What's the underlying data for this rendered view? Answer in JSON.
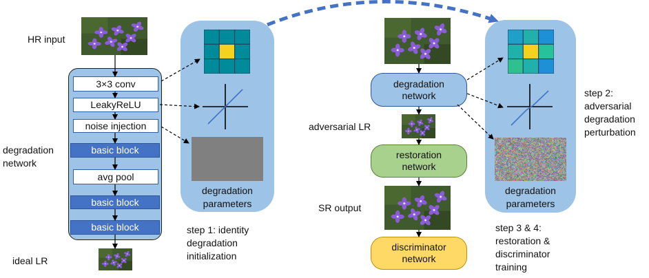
{
  "left": {
    "hr_input_label": "HR input",
    "network_label": "degradation\nnetwork",
    "layers": [
      "3×3 conv",
      "LeakyReLU",
      "noise injection",
      "basic block",
      "avg pool",
      "basic block",
      "basic block"
    ],
    "ideal_lr_label": "ideal LR"
  },
  "panels": {
    "params_label": "degradation\nparameters"
  },
  "steps": {
    "step1": "step 1: identity\ndegradation\ninitialization",
    "step2": "step 2:\nadversarial\ndegradation\nperturbation",
    "step34": "step 3 & 4:\nrestoration &\ndiscriminator\ntraining"
  },
  "right": {
    "degradation_network": "degradation\nnetwork",
    "adversarial_lr_label": "adversarial LR",
    "restoration_network": "restoration\nnetwork",
    "sr_output_label": "SR output",
    "discriminator_network": "discriminator\nnetwork"
  },
  "colors": {
    "panel": "#9dc3e6",
    "block_blue": "#4472c4",
    "kernel_teal": "#008b9b",
    "kernel_center": "#f5d21e",
    "identity_line": "#4472c4",
    "noise_gray": "#808080",
    "degradation_node": "#9dc3e6",
    "restoration_node": "#a9d18e",
    "discriminator_node": "#ffd966",
    "curve_arrow": "#4472c4"
  },
  "icons": [
    "flower-photo",
    "kernel-grid",
    "activation-plot",
    "noise-map"
  ]
}
